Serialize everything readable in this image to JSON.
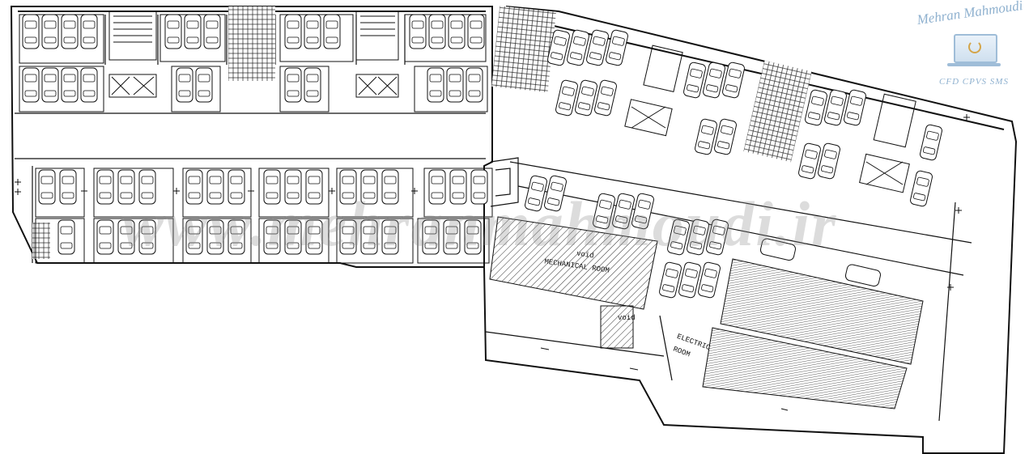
{
  "labels": {
    "mechanical_room": "MECHANICAL ROOM",
    "void_1": "void",
    "void_2": "void",
    "electric_room_line1": "ELECTRIC",
    "electric_room_line2": "ROOM"
  },
  "watermark": "www.mehranmahmoudi.ir",
  "logo": {
    "name": "Mehran Mahmoudi",
    "subtitle": "CFD CPVS SMS"
  },
  "colors": {
    "line": "#111111",
    "hatch": "#333333",
    "watermark": "#8c8c8c",
    "logo": "#8fb1cf"
  }
}
